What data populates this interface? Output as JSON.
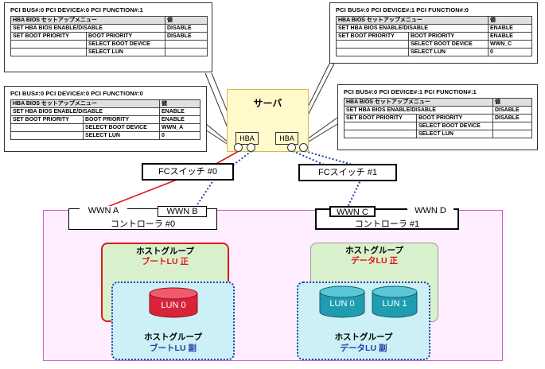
{
  "panels": {
    "top_left": {
      "title": "PCI BUS#:0   PCI DEVICE#:0   PCI FUNCTION#:1",
      "header": "HBA BIOS セットアップメニュー",
      "header_value": "値",
      "rows": [
        {
          "c1": "SET HBA BIOS ENABLE/DISABLE",
          "c2": "",
          "c3": "DISABLE"
        },
        {
          "c1": "SET BOOT PRIORITY",
          "c2": "BOOT PRIORITY",
          "c3": "DISABLE"
        },
        {
          "c1": "",
          "c2": "SELECT BOOT DEVICE",
          "c3": ""
        },
        {
          "c1": "",
          "c2": "SELECT LUN",
          "c3": ""
        }
      ]
    },
    "mid_left": {
      "title": "PCI BUS#:0   PCI DEVICE#:0   PCI FUNCTION#:0",
      "header": "HBA BIOS セットアップメニュー",
      "header_value": "値",
      "rows": [
        {
          "c1": "SET HBA BIOS ENABLE/DISABLE",
          "c2": "",
          "c3": "ENABLE"
        },
        {
          "c1": "SET BOOT PRIORITY",
          "c2": "BOOT PRIORITY",
          "c3": "ENABLE"
        },
        {
          "c1": "",
          "c2": "SELECT BOOT DEVICE",
          "c3": "WWN_A"
        },
        {
          "c1": "",
          "c2": "SELECT LUN",
          "c3": "0"
        }
      ]
    },
    "top_right": {
      "title": "PCI BUS#:0   PCI DEVICE#:1   PCI FUNCTION#:0",
      "header": "HBA BIOS セットアップメニュー",
      "header_value": "値",
      "rows": [
        {
          "c1": "SET HBA BIOS ENABLE/DISABLE",
          "c2": "",
          "c3": "ENABLE"
        },
        {
          "c1": "SET BOOT PRIORITY",
          "c2": "BOOT PRIORITY",
          "c3": "ENABLE"
        },
        {
          "c1": "",
          "c2": "SELECT BOOT DEVICE",
          "c3": "WWN_C"
        },
        {
          "c1": "",
          "c2": "SELECT LUN",
          "c3": "0"
        }
      ]
    },
    "mid_right": {
      "title": "PCI BUS#:0   PCI DEVICE#:1   PCI FUNCTION#:1",
      "header": "HBA BIOS セットアップメニュー",
      "header_value": "値",
      "rows": [
        {
          "c1": "SET HBA BIOS ENABLE/DISABLE",
          "c2": "",
          "c3": "DISABLE"
        },
        {
          "c1": "SET BOOT PRIORITY",
          "c2": "BOOT PRIORITY",
          "c3": "DISABLE"
        },
        {
          "c1": "",
          "c2": "SELECT BOOT DEVICE",
          "c3": ""
        },
        {
          "c1": "",
          "c2": "SELECT LUN",
          "c3": ""
        }
      ]
    }
  },
  "server": {
    "label": "サーバ",
    "hba0": "HBA",
    "hba1": "HBA"
  },
  "switches": {
    "sw0": "FCスイッチ  #0",
    "sw1": "FCスイッチ  #1"
  },
  "controllers": {
    "c0": {
      "label": "コントローラ  #0",
      "wwn_a": "WWN  A",
      "wwn_b": "WWN  B"
    },
    "c1": {
      "label": "コントローラ  #1",
      "wwn_c": "WWN  C",
      "wwn_d": "WWN  D"
    }
  },
  "host_groups": {
    "boot_primary": {
      "title": "ホストグループ",
      "sub": "ブートLU  正"
    },
    "boot_secondary": {
      "title": "ホストグループ",
      "sub": "ブートLU  副"
    },
    "data_primary": {
      "title": "ホストグループ",
      "sub": "データLU  正"
    },
    "data_secondary": {
      "title": "ホストグループ",
      "sub": "データLU  副"
    }
  },
  "luns": {
    "boot": "LUN 0",
    "data0": "LUN 0",
    "data1": "LUN 1"
  },
  "colors": {
    "red_link": "#e01818",
    "blue_link": "#1f3fa8",
    "lun_boot": "#d9233b",
    "lun_data": "#1f9cb0",
    "storage_border": "#d25ad2"
  }
}
